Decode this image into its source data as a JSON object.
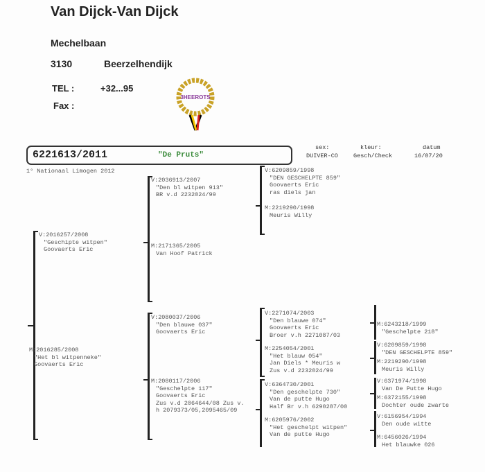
{
  "owner": {
    "name": "Van Dijck-Van Dijck",
    "street": "Mechelbaan",
    "postcode": "3130",
    "city": "Beerzelhendijk",
    "tel_label": "TEL :",
    "tel": "+32...95",
    "fax_label": "Fax :",
    "emblem_text": "3HEEROTS"
  },
  "pigeon": {
    "ring": "6221613/2011",
    "name": "\"De Pruts\"",
    "sex_label": "sex:",
    "sex": "DUIVER-CO",
    "color_label": "kleur:",
    "color": "Gesch/Check",
    "date_label": "datum",
    "date": "16/07/20",
    "achievement": "1° Nationaal Limogen 2012"
  },
  "gen1": [
    {
      "lines": [
        "V:2016257/2008",
        "\"Geschipte witpen\"",
        "Goovaerts Eric"
      ]
    },
    {
      "lines": [
        "M:2016285/2008",
        "\"Het bl witpenneke\"",
        "Goovaerts Eric"
      ]
    }
  ],
  "gen2": [
    {
      "lines": [
        "V:2036913/2007",
        "\"Den bl witpen 913\"",
        "BR v.d 2232024/99"
      ]
    },
    {
      "lines": [
        "M:2171365/2005",
        "Van Hoof Patrick"
      ]
    },
    {
      "lines": [
        "V:2080037/2006",
        "\"Den blauwe 037\"",
        "Goovaerts Eric"
      ]
    },
    {
      "lines": [
        "M:2080117/2006",
        "\"Geschelpte 117\"",
        "Goovaerts Eric",
        "Zus v.d 2064644/08 Zus v.",
        "h 2079373/05,2095465/09"
      ]
    }
  ],
  "gen3": [
    {
      "lines": [
        "V:6209859/1998",
        "\"DEN GESCHELPTE 859\"",
        "Goovaerts Eric",
        "ras diels jan"
      ]
    },
    {
      "lines": [
        "M:2219290/1998",
        "Meuris Willy"
      ]
    },
    {
      "lines": [
        "V:2271074/2003",
        "\"Den blauwe 074\"",
        "Goovaerts Eric",
        "Broer v.h 2271087/03"
      ]
    },
    {
      "lines": [
        "M:2254054/2001",
        "\"Het blauw 054\"",
        "Jan Diels * Meuris w",
        "Zus v.d 2232024/99"
      ]
    },
    {
      "lines": [
        "V:6364730/2001",
        "\"Den geschelpte 730\"",
        "Van de putte Hugo",
        "Half Br v.h 6290287/00"
      ]
    },
    {
      "lines": [
        "M:6205976/2002",
        "\"Het geschelpt witpen\"",
        "Van de putte Hugo"
      ]
    }
  ],
  "gen4": [
    {
      "lines": [
        "M:6243218/1999",
        "\"Geschelpte 218\""
      ]
    },
    {
      "lines": [
        "V:6209859/1998",
        "\"DEN GESCHELPTE 859\""
      ]
    },
    {
      "lines": [
        "M:2219290/1998",
        "Meuris Willy"
      ]
    },
    {
      "lines": [
        "V:6371974/1998",
        "Van De Putte Hugo"
      ]
    },
    {
      "lines": [
        "M:6372155/1998",
        "Dochter oude zwarte"
      ]
    },
    {
      "lines": [
        "V:6156954/1994",
        "Den oude witte"
      ]
    },
    {
      "lines": [
        "M:6456026/1994",
        "Het blauwke 026"
      ]
    }
  ]
}
